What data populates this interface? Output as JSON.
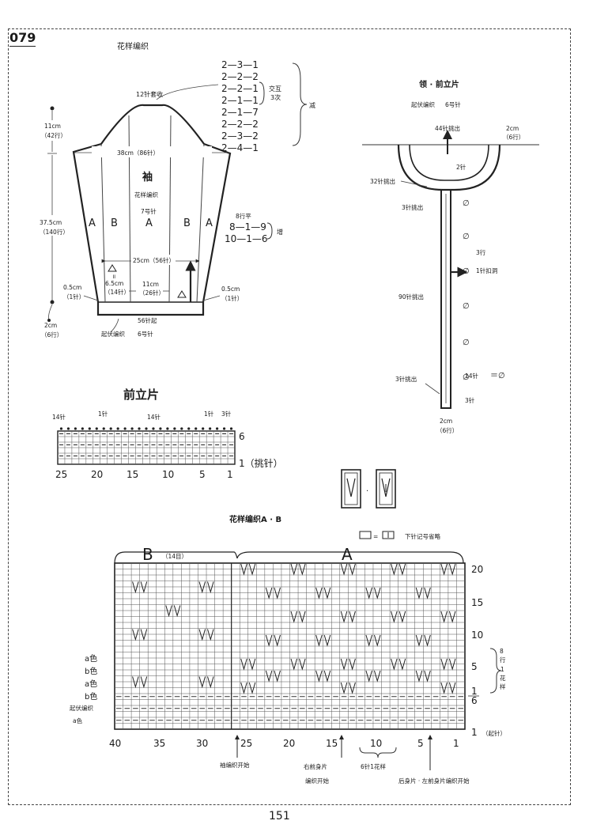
{
  "page": {
    "pattern_number": "079",
    "page_number": "151"
  },
  "sleeve": {
    "title": "花样编织",
    "top_cast_off": "12针套收",
    "decrease_seq": [
      "2—3—1",
      "2—2—2",
      "2—2—1",
      "2—1—1",
      "2—1—7",
      "2—2—2",
      "2—3—2",
      "2—4—1"
    ],
    "alternate": "交互",
    "alternate_times": "3次",
    "decrease_label": "减",
    "cap_height": "11cm",
    "cap_rows": "（42行）",
    "width_top": "38cm（86针）",
    "name": "袖",
    "pattern": "花样编织",
    "needle": "7号针",
    "panels": [
      "A",
      "B",
      "A",
      "B",
      "A"
    ],
    "body_height": "37.5cm",
    "body_rows": "（140行）",
    "incr_first": "8行平",
    "incr_seq": [
      "8—1—9",
      "10—1—6"
    ],
    "incr_label": "增",
    "width_mid": "25cm（56针）",
    "side_b": "6.5cm",
    "side_b_sts": "（14针）",
    "center_a": "11cm",
    "center_a_sts": "（26针）",
    "edge_l": "0.5cm",
    "edge_l_sts": "（1针）",
    "edge_r": "0.5cm",
    "edge_r_sts": "（1针）",
    "cast_on": "56针起",
    "cuff": "2cm",
    "cuff_rows": "（6行）",
    "cuff_stitch": "起伏编织",
    "cuff_needle": "6号针"
  },
  "collar": {
    "title": "领 · 前立片",
    "stitch": "起伏编织",
    "needle": "6号针",
    "top_pick": "44针挑出",
    "width": "2cm",
    "width_rows": "（6行）",
    "two_sts": "2针",
    "left_pick": "32针挑出",
    "three_pick": "3针挑出",
    "three_rows": "3行",
    "button_hole": "1针扣洞",
    "front_pick": "90针挑出",
    "fourteen": "14针",
    "equals_symbol": "＝∅",
    "bottom_pick": "3针挑出",
    "three_sts": "3针",
    "bottom_w": "2cm",
    "bottom_rows": "（6行）"
  },
  "front_band": {
    "title": "前立片",
    "labels": [
      "14针",
      "1针",
      "14针",
      "1针",
      "3针"
    ],
    "row6": "6",
    "row1": "1（挑针）",
    "x_ticks": [
      "25",
      "20",
      "15",
      "10",
      "5",
      "1"
    ]
  },
  "symbols": {
    "separator": "·"
  },
  "chart_ab": {
    "title": "花样编织A · B",
    "legend_text": "下针记号省略",
    "label_b": "B",
    "label_b_count": "（14目）",
    "label_a": "A",
    "row_ticks": [
      "20",
      "15",
      "10",
      "5",
      "1",
      "6",
      "1"
    ],
    "row_start": "（起针）",
    "repeat": [
      "8",
      "行",
      "1",
      "花",
      "样"
    ],
    "color_labels": [
      "a色",
      "b色",
      "a色",
      "b色"
    ],
    "garter": "起伏编织",
    "garter_color": "a色",
    "x_ticks": [
      "40",
      "35",
      "30",
      "25",
      "20",
      "15",
      "10",
      "5",
      "1"
    ],
    "repeat_len": "6针1花样",
    "sleeve_start": "袖编织开始",
    "right_front": "右前身片",
    "right_front2": "编织开始",
    "left_front": "后身片 · 左前身片编织开始"
  }
}
